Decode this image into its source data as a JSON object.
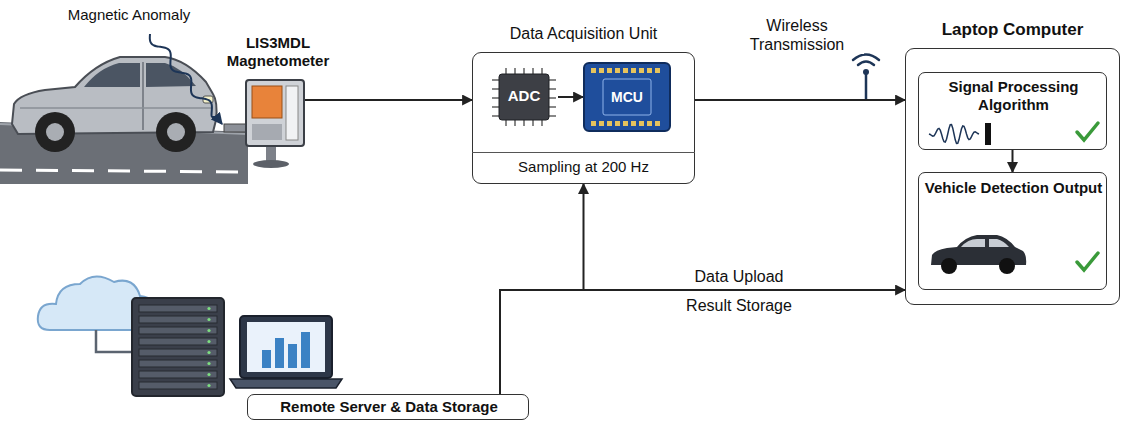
{
  "diagram": {
    "nodes": [
      {
        "text": [
          "LIS3MDL Magnetometer"
        ]
      },
      {
        "text": [
          "Data Acquisition Unit",
          "Sampling at 200 Hz"
        ]
      },
      {
        "text": [
          "ADC"
        ],
        "in": 1
      },
      {
        "text": [
          "MCU"
        ],
        "in": 1
      },
      {
        "text": [
          "Laptop Computer"
        ]
      },
      {
        "text": [
          "Signal Processing Algorithm"
        ],
        "in": 4
      },
      {
        "text": [
          "Vehicle Detection Output"
        ],
        "in": 4
      },
      {
        "text": [
          "Remote Server & Data Storage"
        ]
      }
    ],
    "edges": [
      {
        "from": 0,
        "to": 1,
        "arrow": "to"
      },
      {
        "from": 2,
        "to": 3,
        "arrow": "to"
      },
      {
        "from": 1,
        "to": 4,
        "label": "Wireless Transmission",
        "arrow": "to"
      },
      {
        "from": 5,
        "to": 6,
        "arrow": "to"
      },
      {
        "from": 7,
        "to": 1,
        "arrow": "to"
      },
      {
        "from": 7,
        "to": 4,
        "label": "Data Upload",
        "arrow": "to"
      }
    ],
    "labels": [
      "Magnetic Anomaly",
      "Result Storage"
    ]
  }
}
